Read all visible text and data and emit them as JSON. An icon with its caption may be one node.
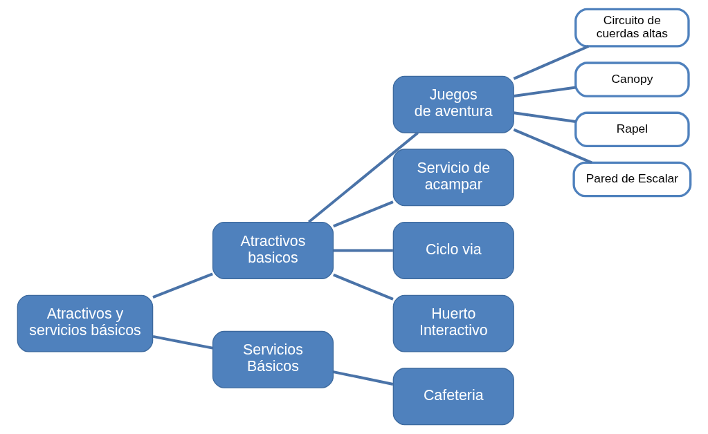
{
  "diagram": {
    "nodes": [
      {
        "text": [
          "Atractivos y servicios básicos"
        ]
      },
      {
        "text": [
          "Atractivos basicos"
        ]
      },
      {
        "text": [
          "Servicios Básicos"
        ]
      },
      {
        "text": [
          "Juegos de aventura"
        ]
      },
      {
        "text": [
          "Servicio de acampar"
        ]
      },
      {
        "text": [
          "Ciclo via"
        ]
      },
      {
        "text": [
          "Huerto Interactivo"
        ]
      },
      {
        "text": [
          "Cafeteria"
        ]
      },
      {
        "text": [
          "Circuito de cuerdas altas"
        ]
      },
      {
        "text": [
          "Canopy"
        ]
      },
      {
        "text": [
          "Rapel"
        ]
      },
      {
        "text": [
          "Pared de Escalar"
        ]
      }
    ],
    "edges": [
      {
        "from": 0,
        "to": 1,
        "arrow": "none"
      },
      {
        "from": 0,
        "to": 2,
        "arrow": "none"
      },
      {
        "from": 1,
        "to": 3,
        "arrow": "none"
      },
      {
        "from": 1,
        "to": 4,
        "arrow": "none"
      },
      {
        "from": 1,
        "to": 5,
        "arrow": "none"
      },
      {
        "from": 1,
        "to": 6,
        "arrow": "none"
      },
      {
        "from": 2,
        "to": 7,
        "arrow": "none"
      },
      {
        "from": 3,
        "to": 8,
        "arrow": "none"
      },
      {
        "from": 3,
        "to": 9,
        "arrow": "none"
      },
      {
        "from": 3,
        "to": 10,
        "arrow": "none"
      },
      {
        "from": 3,
        "to": 11,
        "arrow": "none"
      }
    ]
  }
}
